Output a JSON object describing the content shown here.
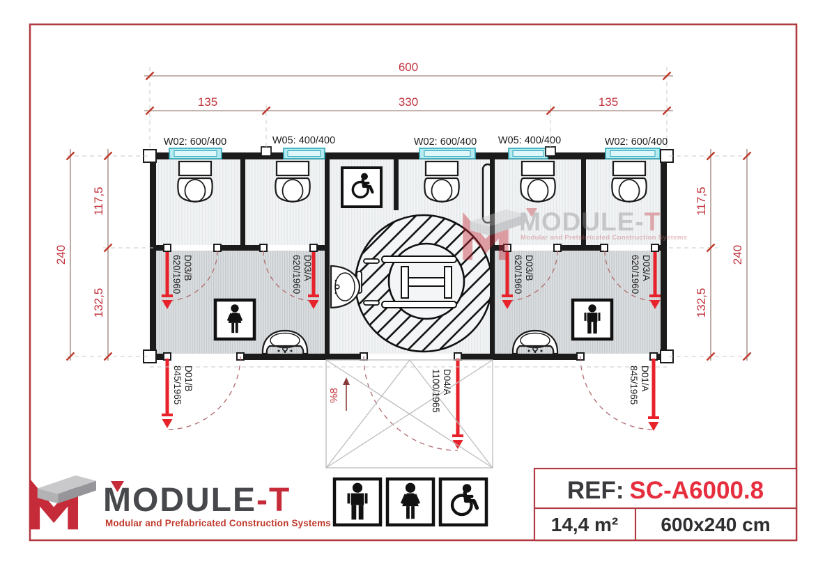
{
  "watermark": {
    "brand_gray": "MODULE-",
    "brand_red": "T",
    "tagline": "Modular and Prefabricated Construction Systems"
  },
  "plan": {
    "dims": {
      "top_total": "600",
      "segments": [
        "135",
        "330",
        "135"
      ],
      "left_total": "240",
      "left_top": "117,5",
      "left_bottom": "132,5",
      "right_total": "240",
      "right_top": "117,5",
      "right_bottom": "132,5"
    },
    "windows": [
      {
        "label": "W02: 600/400"
      },
      {
        "label": "W05: 400/400"
      },
      {
        "label": "W02: 600/400"
      },
      {
        "label": "W05: 400/400"
      },
      {
        "label": "W02: 600/400"
      }
    ],
    "doors": {
      "d03b_left": {
        "code": "D03/B",
        "size": "620/1960"
      },
      "d03a_left": {
        "code": "D03/A",
        "size": "620/1960"
      },
      "d03b_right": {
        "code": "D03/B",
        "size": "620/1960"
      },
      "d03a_right": {
        "code": "D03/A",
        "size": "620/1960"
      },
      "d01b": {
        "code": "D01/B",
        "size": "845/1965"
      },
      "d04a": {
        "code": "D04/A",
        "size": "1100/1965"
      },
      "d01a": {
        "code": "D01/A",
        "size": "845/1965"
      }
    },
    "ramp_slope": "%8"
  },
  "footer": {
    "logo": {
      "brand_gray": "MODULE",
      "brand_red": "-T",
      "tagline": "Modular and Prefabricated Construction Systems"
    },
    "ref": {
      "label": "REF:",
      "code": "SC-A6000.8",
      "area": "14,4 m²",
      "size": "600x240 cm"
    }
  },
  "colors": {
    "frame_red": "#b13a42",
    "accent_red": "#c52b38",
    "ref_red": "#e62e3e",
    "door_red": "#e8222a",
    "dim_red": "#c2333c",
    "window_cyan": "#b5eaf1",
    "wall_black": "#1b1b1b"
  }
}
